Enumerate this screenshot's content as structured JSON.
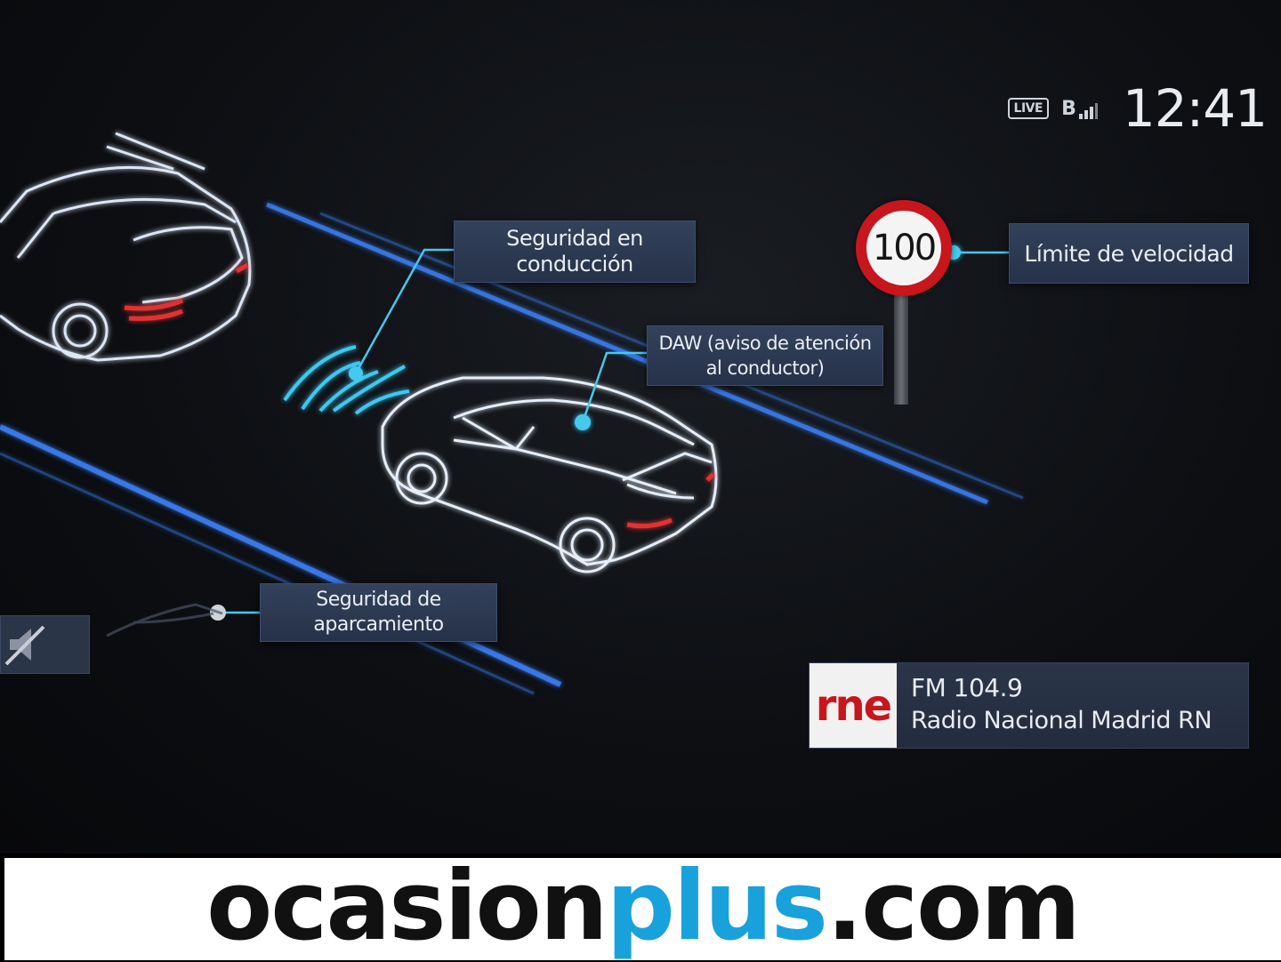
{
  "status_bar": {
    "live_badge": "LIVE",
    "bt_signal_glyph": "B",
    "clock": "12:41"
  },
  "labels": {
    "driving_safety": "Seguridad en\nconducción",
    "daw": "DAW (aviso de atención\nal conductor)",
    "speed_limit": "Límite de velocidad",
    "parking_safety": "Seguridad de\naparcamiento"
  },
  "speed_sign": {
    "value": "100"
  },
  "radio": {
    "logo": "rne",
    "frequency": "FM 104.9",
    "station": "Radio Nacional Madrid  RN"
  },
  "mute_button": {
    "icon": "speaker-muted-icon"
  },
  "banner": {
    "part1": "ocasion",
    "part2": "plus",
    "part3": ".com"
  },
  "colors": {
    "accent_blue": "#4ec4f0",
    "label_bg": "#2d3a52",
    "sign_red": "#c8161d",
    "brand_blue": "#19a1dc"
  }
}
